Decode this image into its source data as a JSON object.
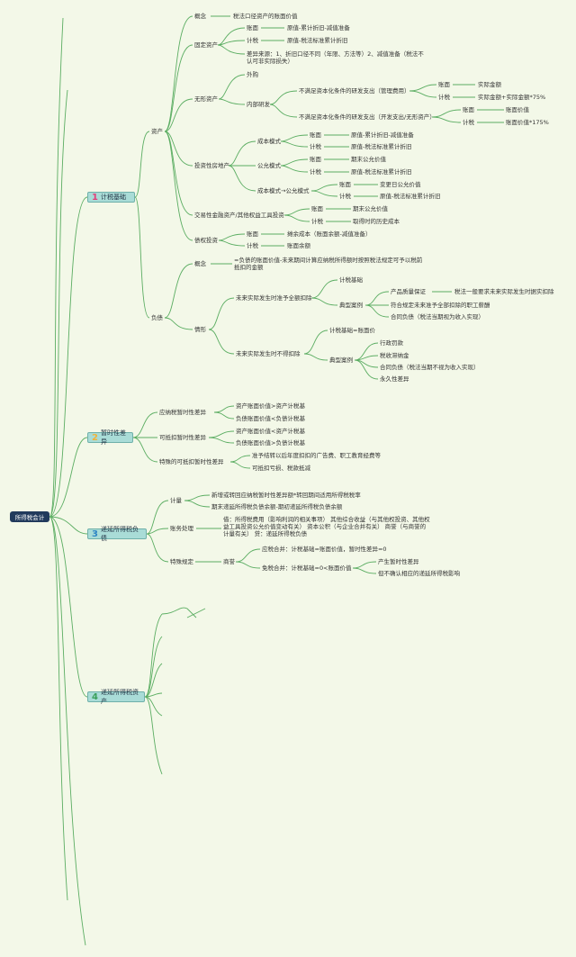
{
  "root": "所得税会计",
  "colors": {
    "n1": "#e0407a",
    "n2": "#f0b33a",
    "n3": "#2f86c4",
    "n4": "#3aa05a"
  },
  "topics": {
    "t1": {
      "num": "1",
      "label": "计税基础"
    },
    "t2": {
      "num": "2",
      "label": "暂时性差异"
    },
    "t3": {
      "num": "3",
      "label": "递延所得税负债"
    },
    "t4": {
      "num": "4",
      "label": "递延所得税资产"
    }
  },
  "s1": {
    "assets": "资产",
    "concept": "概念",
    "concept_desc": "税法口径资产的账面价值",
    "fixed": "固定资产",
    "fixed_book": "账面",
    "fixed_book_v": "原值-累计折旧-减值准备",
    "fixed_tax": "计税",
    "fixed_tax_v": "原值-税法标准累计折旧",
    "fixed_diff": "差异来源：1、折旧口径不同（年限、方法等）2、减值准备（税法不认可非实际损失）",
    "intangible": "无形资产",
    "purchase": "外购",
    "internal": "内部研发",
    "rd_a": "不满足资本化条件的研发支出（管理费用）",
    "rd_a_book": "账面",
    "rd_a_book_v": "实际金额",
    "rd_a_tax": "计税",
    "rd_a_tax_v": "实际金额+实际金额*75%",
    "rd_b": "不满足资本化条件的研发支出（开发支出/无形资产）",
    "rd_b_book": "账面",
    "rd_b_book_v": "账面价值",
    "rd_b_tax": "计税",
    "rd_b_tax_v": "账面价值*175%",
    "invest_re": "投资性房地产",
    "cost_mode": "成本模式",
    "cm_book": "账面",
    "cm_book_v": "原值-累计折旧-减值准备",
    "cm_tax": "计税",
    "cm_tax_v": "原值-税法标准累计折旧",
    "fair_mode": "公允模式",
    "fm_book": "账面",
    "fm_book_v": "期末公允价值",
    "fm_tax": "计税",
    "fm_tax_v": "原值-税法标准累计折旧",
    "change_mode": "成本模式→公允模式",
    "ch_book": "账面",
    "ch_book_v": "变更日公允价值",
    "ch_tax": "计税",
    "ch_tax_v": "原值-税法标准累计折旧",
    "trading": "交易性金融资产/其他权益工具投资",
    "tr_book": "账面",
    "tr_book_v": "期末公允价值",
    "tr_tax": "计税",
    "tr_tax_v": "取得时的历史成本",
    "debt_inv": "债权投资",
    "di_book": "账面",
    "di_book_v": "摊余成本（账面余额-减值准备）",
    "di_tax": "计税",
    "di_tax_v": "账面余额",
    "liab": "负债",
    "l_concept": "概念",
    "l_concept_desc": "=负债的账面价值-未来期间计算应纳税所得额时按照税法规定可予以税前抵扣的金额",
    "situation": "情形",
    "deduct": "未来实际发生时准予全额扣除",
    "d_base": "计税基础",
    "d_case": "典型案例",
    "warranty": "产品质量保证",
    "warranty_desc": "税法一般要求未来实际发生时据实扣除",
    "pension": "符合规定未来准予全部扣除的职工薪酬",
    "contract1": "合同负债（税法当期视为收入实现）",
    "nodeduct": "未来实际发生时不得扣除",
    "n_base": "计税基础=账面价",
    "n_case": "典型案例",
    "fine": "行政罚款",
    "late_fee": "税收滞纳金",
    "contract2": "合同负债（税法当期不视为收入实现）",
    "perm": "永久性差异"
  },
  "s2": {
    "taxable": "应纳税暂时性差异",
    "tx1": "资产账面价值>资产计税基",
    "tx2": "负债账面价值<负债计税基",
    "deductible": "可抵扣暂时性差异",
    "dd1": "资产账面价值<资产计税基",
    "dd2": "负债账面价值>负债计税基",
    "special": "特殊的可抵扣暂时性差异",
    "sp1": "准予结转以后年度扣扣的广告费、职工教育经费等",
    "sp2": "可抵扣亏损、税款抵减"
  },
  "s3": {
    "measure": "计量",
    "m1": "新增或转回应纳税暂时性差异额*转回期间适用所得税税率",
    "m2": "期末递延所得税负债余额-期初递延所得税负债余额",
    "account": "账务处理",
    "acc_desc": "借：所得税费用（影响利润的相关事项）    其他综合收益（与其他权投资、其他权益工具投资公允价值变动有关）    资本公积（与企业合并有关）    商誉（与商誉的计量有关）  贷：递延所得税负债",
    "special": "特殊规定",
    "goodwill": "商誉",
    "g1": "应税合并：计税基础=账面价值，暂时性差异=0",
    "g2": "免税合并：计税基础=0<账面价值",
    "g2a": "产生暂时性差异",
    "g2b": "但不确认相应的递延所得税影响"
  }
}
